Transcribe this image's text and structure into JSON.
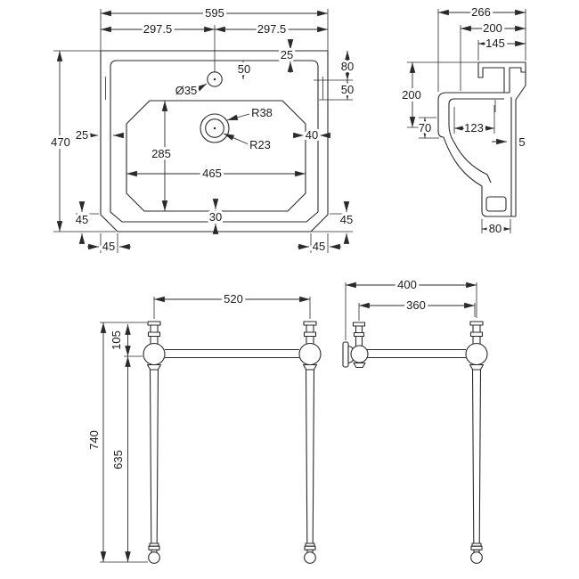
{
  "document": {
    "type": "technical-dimension-drawing",
    "subject": "basin with washstand",
    "background_color": "#ffffff",
    "line_color": "#2a2a2a",
    "text_color": "#1c1c1c"
  },
  "views": {
    "plan": {
      "name": "basin plan view",
      "dims": {
        "overall_width": "595",
        "half_left": "297.5",
        "half_right": "297.5",
        "rim_top": "25",
        "tap_centre_drop": "50",
        "right_upper": "80",
        "right_lower": "50",
        "tap_hole_dia": "Ø35",
        "waste_outer_radius": "R38",
        "waste_inner_radius": "R23",
        "rim_left": "25",
        "rim_right": "40",
        "bowl_depth": "285",
        "bowl_width": "465",
        "bowl_bottom_gap": "30",
        "chamfer_left_v": "45",
        "chamfer_left_h": "45",
        "chamfer_right_v": "45",
        "chamfer_right_h": "45",
        "overall_depth": "470"
      }
    },
    "section": {
      "name": "basin side section",
      "dims": {
        "overall_depth": "266",
        "mid_depth": "200",
        "upper_depth": "145",
        "front_height": "200",
        "lip_height": "70",
        "deck_depth": "123",
        "wall_thickness": "5",
        "foot_depth": "80"
      }
    },
    "front": {
      "name": "washstand front view",
      "dims": {
        "leg_spacing": "520",
        "rail_drop": "105",
        "overall_height": "740",
        "lower_height": "635"
      }
    },
    "side": {
      "name": "washstand side view",
      "dims": {
        "overall_depth": "400",
        "centre_depth": "360"
      }
    }
  }
}
